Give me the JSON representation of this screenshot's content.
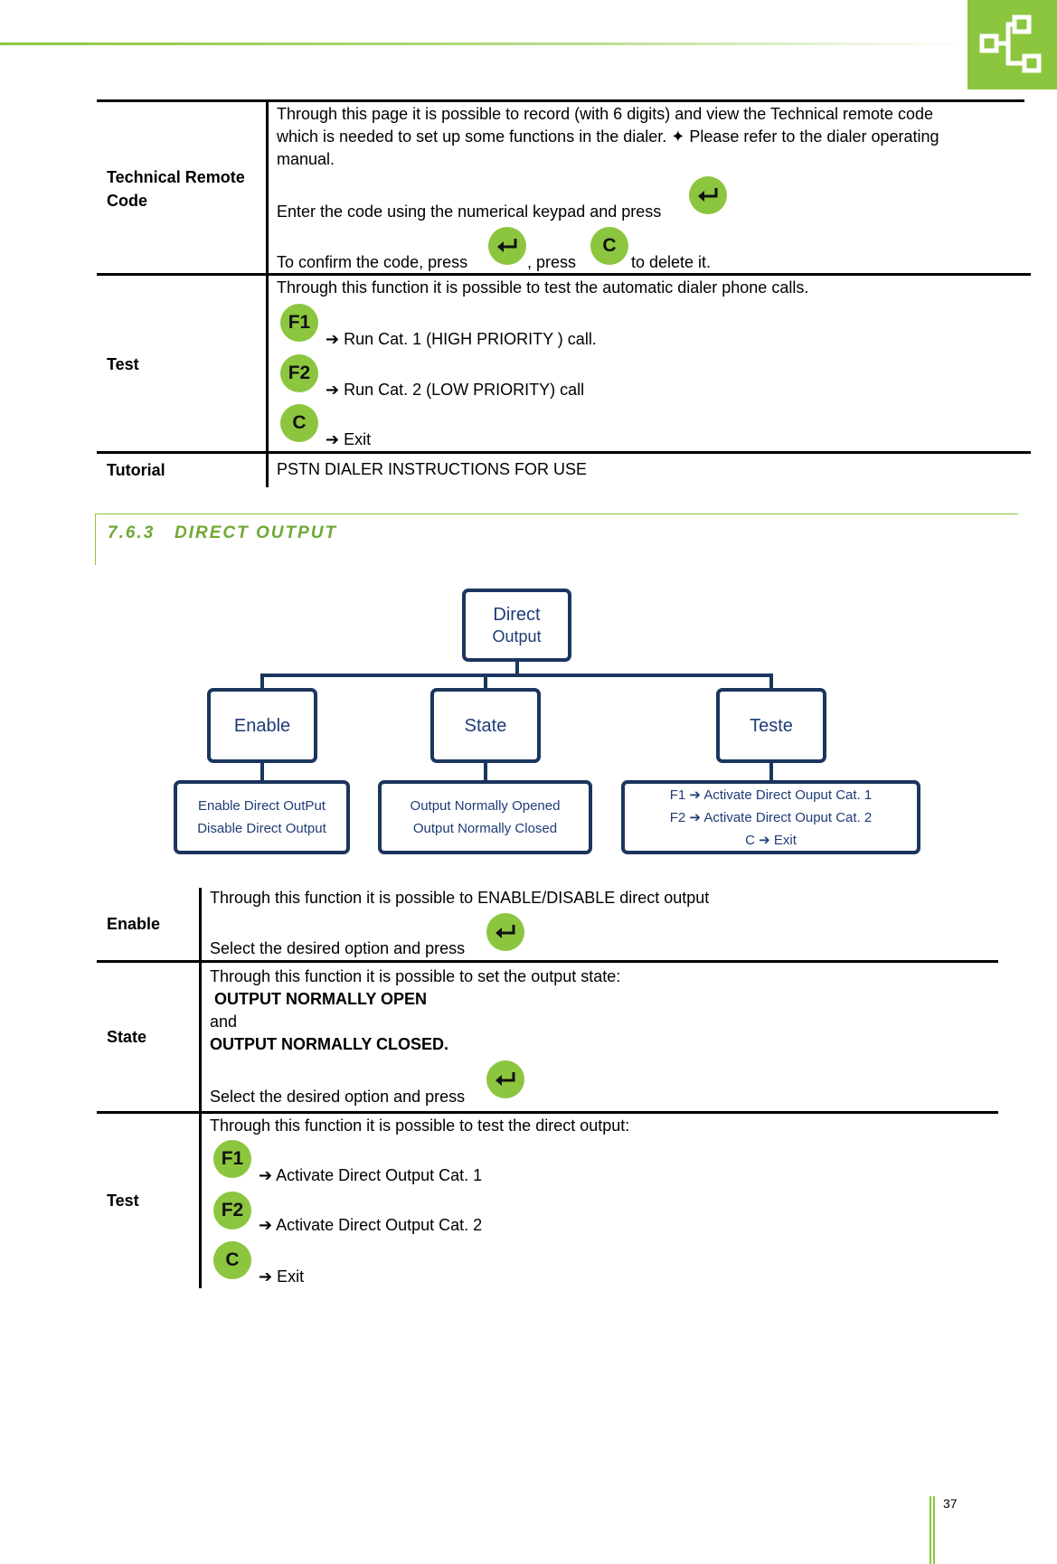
{
  "table1": {
    "rows": [
      {
        "label": "Technical Remote Code",
        "line1": "Through this page it is possible to record (with 6 digits) and view the Technical remote code",
        "line2": "which is needed to set up some functions in the dialer. ✦ Please refer to the dialer operating",
        "line3": "manual.",
        "enter_text": "Enter the code using the numerical keypad and press",
        "confirm_text": "To confirm the code, press",
        "confirm_mid": ",  press",
        "confirm_end": "to delete it."
      },
      {
        "label": "Test",
        "intro": "Through this function it is possible to test the automatic dialer phone calls.",
        "items": [
          {
            "key": "F1",
            "text": "➔ Run Cat. 1 (HIGH PRIORITY ) call."
          },
          {
            "key": "F2",
            "text": "➔ Run Cat. 2  (LOW PRIORITY) call"
          },
          {
            "key": "C",
            "text": "➔ Exit"
          }
        ]
      },
      {
        "label": "Tutorial",
        "text": "PSTN DIALER INSTRUCTIONS FOR USE"
      }
    ]
  },
  "section": {
    "number": "7.6.3",
    "title": "DIRECT OUTPUT"
  },
  "diagram": {
    "root": [
      "Direct",
      "Output"
    ],
    "children": [
      {
        "label": "Enable",
        "details": [
          "Enable Direct OutPut",
          "Disable Direct Output"
        ]
      },
      {
        "label": "State",
        "details": [
          "Output Normally Opened",
          "Output Normally Closed"
        ]
      },
      {
        "label": "Teste",
        "details": [
          "F1 ➔ Activate Direct Ouput Cat. 1",
          "F2 ➔ Activate Direct Ouput Cat. 2",
          "C ➔ Exit"
        ]
      }
    ]
  },
  "table2": {
    "rows": [
      {
        "label": "Enable",
        "line1": "Through this function it is possible to ENABLE/DISABLE direct output",
        "line2": "Select the desired option and press"
      },
      {
        "label": "State",
        "line1": "Through this function it is possible to set the output state:",
        "line2": " OUTPUT NORMALLY OPEN",
        "line3": "and",
        "line4": "OUTPUT NORMALLY CLOSED.",
        "line5": "Select the desired option and press"
      },
      {
        "label": "Test",
        "intro": "Through this function it is possible to test the direct output:",
        "items": [
          {
            "key": "F1",
            "text": "➔ Activate Direct Output Cat. 1"
          },
          {
            "key": "F2",
            "text": "➔ Activate Direct Output Cat. 2"
          },
          {
            "key": "C",
            "text": "➔ Exit"
          }
        ]
      }
    ]
  },
  "keys": {
    "delete": "C"
  },
  "colors": {
    "accent": "#8cc63f",
    "section_title": "#6fa832",
    "diagram_border": "#1b355e",
    "diagram_text": "#1f3c77"
  },
  "icons": {
    "logo": "flowchart-icon",
    "enter_key": "enter-return-icon"
  },
  "page_number": "37"
}
